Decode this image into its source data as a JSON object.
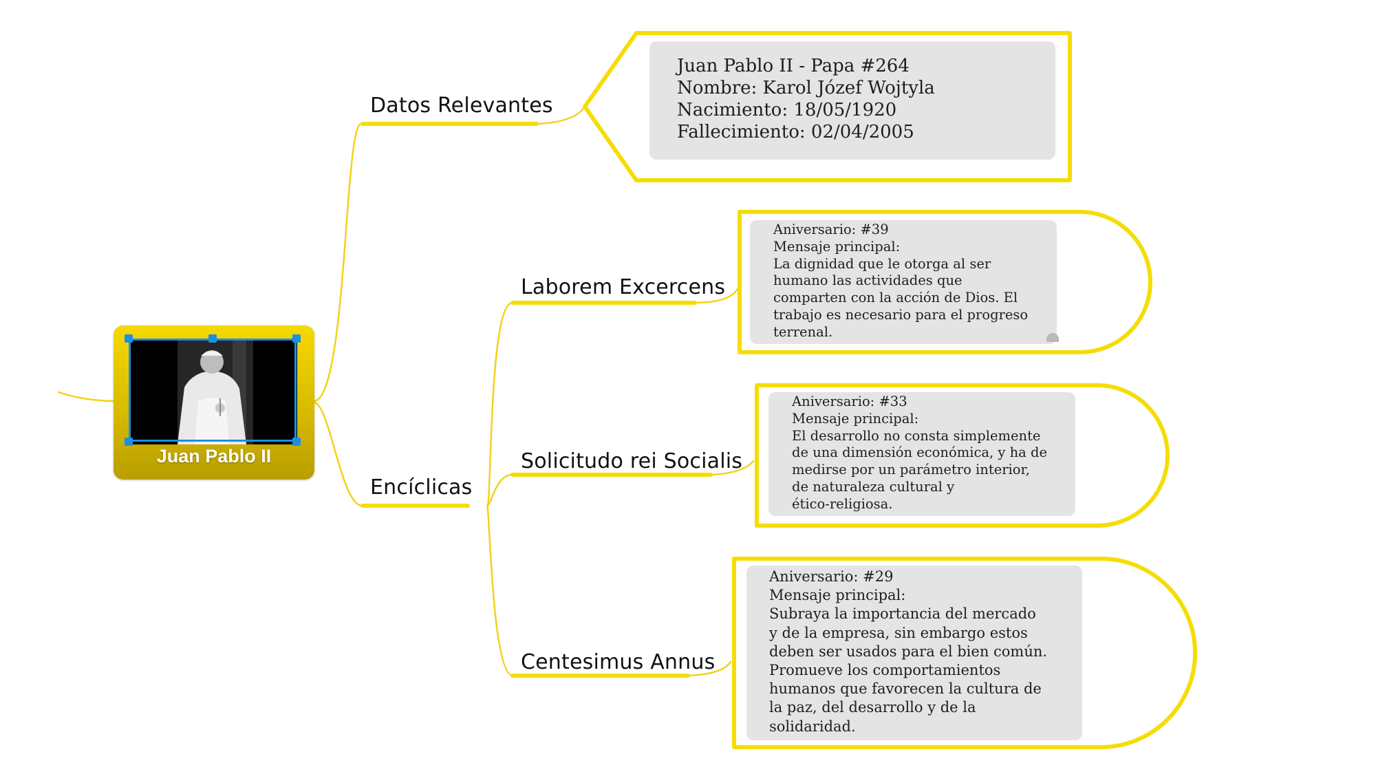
{
  "colors": {
    "accent": "#f5dd06",
    "connector": "#f2d21b",
    "note_background": "#e4e4e4",
    "selection": "#1e8fe0"
  },
  "central_topic": {
    "title": "Juan Pablo II",
    "image_icon": "portrait-photo-icon"
  },
  "branches": [
    {
      "label": "Datos Relevantes",
      "note_lines": [
        "Juan Pablo II - Papa #264",
        "Nombre: Karol Józef Wojtyla",
        "Nacimiento: 18/05/1920",
        "Fallecimiento: 02/04/2005"
      ]
    },
    {
      "label": "Encíclicas",
      "children": [
        {
          "label": "Laborem Excercens",
          "note_lines": [
            "Aniversario: #39",
            "Mensaje principal:",
            "La dignidad que le otorga al ser",
            "humano las actividades que",
            "comparten con la acción de Dios. El",
            "trabajo es necesario para el progreso",
            "terrenal."
          ]
        },
        {
          "label": "Solicitudo rei Socialis",
          "note_lines": [
            "Aniversario: #33",
            "Mensaje principal:",
            "El desarrollo no consta simplemente",
            "de una dimensión económica, y ha de",
            "medirse por un parámetro interior,",
            "de naturaleza cultural y",
            "ético-religiosa."
          ]
        },
        {
          "label": "Centesimus Annus",
          "note_lines": [
            "Aniversario: #29",
            "Mensaje principal:",
            "Subraya la importancia del mercado",
            "y de la empresa, sin embargo estos",
            "deben ser usados para el bien común.",
            "Promueve los comportamientos",
            "humanos que favorecen la cultura de",
            "la paz, del desarrollo y de la",
            "solidaridad."
          ]
        }
      ]
    }
  ]
}
